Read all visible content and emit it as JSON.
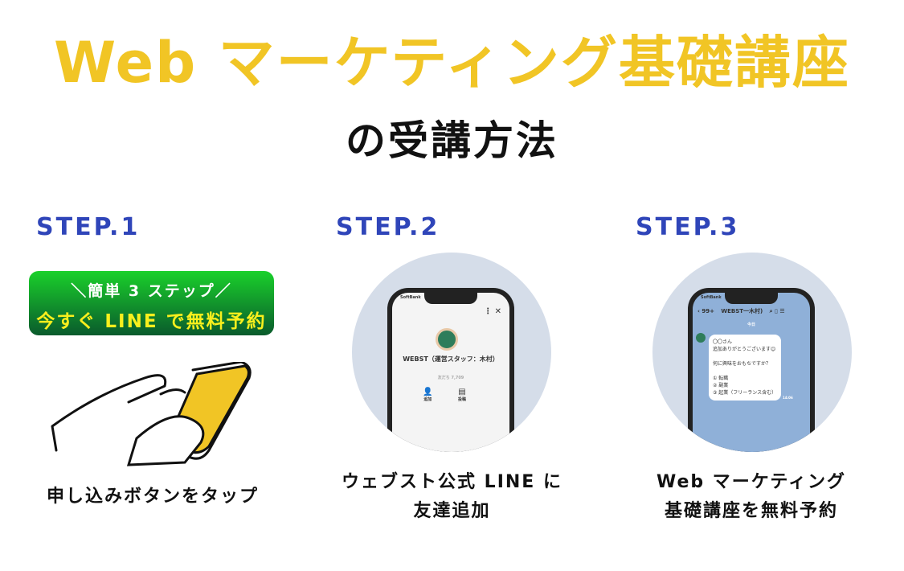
{
  "header": {
    "title": "Web マーケティング基礎講座",
    "subtitle": "の受講方法"
  },
  "steps": [
    {
      "label": "STEP.1",
      "caption": "申し込みボタンをタップ",
      "cta": {
        "line1": "簡単 3 ステップ",
        "line2": "今すぐ LINE で無料予約"
      }
    },
    {
      "label": "STEP.2",
      "caption_line1": "ウェブスト公式 LINE に",
      "caption_line2": "友達追加",
      "phone": {
        "carrier": "SoftBank",
        "name": "WEBST（運営スタッフ：木村）",
        "friends": "友だち 7,709",
        "add": "追加",
        "posts": "投稿"
      }
    },
    {
      "label": "STEP.3",
      "caption_line1": "Web マーケティング",
      "caption_line2": "基礎講座を無料予約",
      "phone": {
        "carrier": "SoftBank",
        "back": "99+",
        "chat_title": "WEBST一木村)",
        "date": "今日",
        "message": [
          "〇〇さん",
          "追加ありがとうございます😊",
          "",
          "何に興味をおもちですか？",
          "",
          "① 転職",
          "② 副業",
          "③ 起業（フリーランス含む）"
        ],
        "time": "14:06"
      }
    }
  ]
}
